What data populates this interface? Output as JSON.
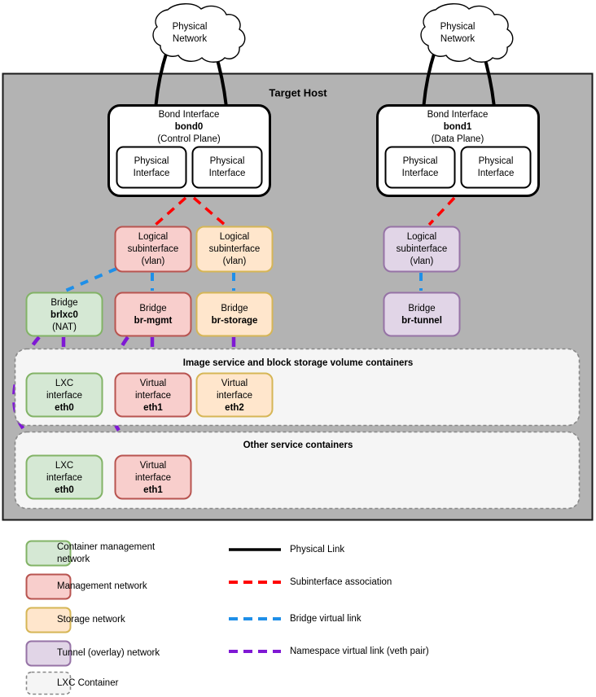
{
  "diagram": {
    "title": "Target Host",
    "host_fill": "#b3b3b3",
    "host_stroke": "#1a1a1a",
    "canvas_bg": "#ffffff"
  },
  "clouds": [
    {
      "id": "cloud-left",
      "line1": "Physical",
      "line2": "Network"
    },
    {
      "id": "cloud-right",
      "line1": "Physical",
      "line2": "Network"
    }
  ],
  "bonds": [
    {
      "id": "bond0",
      "line1": "Bond Interface",
      "name": "bond0",
      "line3": "(Control Plane)",
      "nics": [
        {
          "line1": "Physical",
          "line2": "Interface"
        },
        {
          "line1": "Physical",
          "line2": "Interface"
        }
      ]
    },
    {
      "id": "bond1",
      "line1": "Bond Interface",
      "name": "bond1",
      "line3": "(Data Plane)",
      "nics": [
        {
          "line1": "Physical",
          "line2": "Interface"
        },
        {
          "line1": "Physical",
          "line2": "Interface"
        }
      ]
    }
  ],
  "subinterfaces": [
    {
      "id": "subif-mgmt",
      "line1": "Logical",
      "line2": "subinterface",
      "line3": "(vlan)",
      "network": "management"
    },
    {
      "id": "subif-storage",
      "line1": "Logical",
      "line2": "subinterface",
      "line3": "(vlan)",
      "network": "storage"
    },
    {
      "id": "subif-tunnel",
      "line1": "Logical",
      "line2": "subinterface",
      "line3": "(vlan)",
      "network": "tunnel"
    }
  ],
  "bridges": [
    {
      "id": "bridge-brlxc0",
      "line1": "Bridge",
      "name": "brlxc0",
      "line3": "(NAT)",
      "network": "container-management"
    },
    {
      "id": "bridge-br-mgmt",
      "line1": "Bridge",
      "name": "br-mgmt",
      "line3": "",
      "network": "management"
    },
    {
      "id": "bridge-br-storage",
      "line1": "Bridge",
      "name": "br-storage",
      "line3": "",
      "network": "storage"
    },
    {
      "id": "bridge-br-tunnel",
      "line1": "Bridge",
      "name": "br-tunnel",
      "line3": "",
      "network": "tunnel"
    }
  ],
  "containers": [
    {
      "id": "container-image-block",
      "title": "Image service and block storage volume containers",
      "interfaces": [
        {
          "line1": "LXC",
          "line2": "interface",
          "name": "eth0",
          "network": "container-management"
        },
        {
          "line1": "Virtual",
          "line2": "interface",
          "name": "eth1",
          "network": "management"
        },
        {
          "line1": "Virtual",
          "line2": "interface",
          "name": "eth2",
          "network": "storage"
        }
      ]
    },
    {
      "id": "container-other",
      "title": "Other service containers",
      "interfaces": [
        {
          "line1": "LXC",
          "line2": "interface",
          "name": "eth0",
          "network": "container-management"
        },
        {
          "line1": "Virtual",
          "line2": "interface",
          "name": "eth1",
          "network": "management"
        }
      ]
    }
  ],
  "network_colors": {
    "container-management": {
      "fill": "#d5e8d4",
      "stroke": "#82b366"
    },
    "management": {
      "fill": "#f8cecc",
      "stroke": "#b85450"
    },
    "storage": {
      "fill": "#ffe6cc",
      "stroke": "#d6b656"
    },
    "tunnel": {
      "fill": "#e1d5e7",
      "stroke": "#9673a6"
    },
    "lxc-container": {
      "fill": "#f5f5f5",
      "stroke": "#888888"
    }
  },
  "link_colors": {
    "physical": "#000000",
    "subinterface": "#ff0000",
    "bridge": "#1f8fe8",
    "namespace": "#7f18d4"
  },
  "legend": {
    "swatches": [
      {
        "id": "legend-container-management",
        "label": "Container management network",
        "label_line1": "Container management",
        "label_line2": "network",
        "network": "container-management",
        "dashed": false
      },
      {
        "id": "legend-management",
        "label": "Management network",
        "label_line1": "Management network",
        "label_line2": "",
        "network": "management",
        "dashed": false
      },
      {
        "id": "legend-storage",
        "label": "Storage network",
        "label_line1": "Storage network",
        "label_line2": "",
        "network": "storage",
        "dashed": false
      },
      {
        "id": "legend-tunnel",
        "label": "Tunnel (overlay) network",
        "label_line1": "Tunnel (overlay) network",
        "label_line2": "",
        "network": "tunnel",
        "dashed": false
      },
      {
        "id": "legend-lxc-container",
        "label": "LXC Container",
        "label_line1": "LXC Container",
        "label_line2": "",
        "network": "lxc-container",
        "dashed": true
      }
    ],
    "lines": [
      {
        "id": "legend-physical-link",
        "label": "Physical Link",
        "color_key": "physical",
        "dashed": false
      },
      {
        "id": "legend-subinterface-link",
        "label": "Subinterface association",
        "color_key": "subinterface",
        "dashed": true
      },
      {
        "id": "legend-bridge-link",
        "label": "Bridge virtual link",
        "color_key": "bridge",
        "dashed": true
      },
      {
        "id": "legend-namespace-link",
        "label": "Namespace virtual link (veth pair)",
        "color_key": "namespace",
        "dashed": true
      }
    ]
  }
}
